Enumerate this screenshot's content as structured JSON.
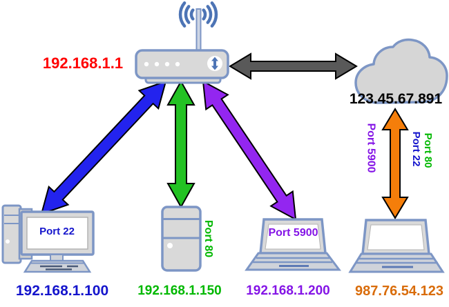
{
  "router": {
    "ip": "192.168.1.1"
  },
  "internet_cloud": {
    "ip": "123.45.67.891"
  },
  "desktop": {
    "ip": "192.168.1.100",
    "port": "Port 22"
  },
  "server": {
    "ip": "192.168.1.150",
    "port": "Port 80"
  },
  "laptop": {
    "ip": "192.168.1.200",
    "port": "Port 5900"
  },
  "remote_laptop": {
    "ip": "987.76.54.123"
  },
  "wan_link": {
    "vnc_label": "Port 5900",
    "http_label": "Port 80",
    "ssh_label": "Port 22"
  },
  "colors": {
    "router_ip_red": "#ff0000",
    "ssh_blue": "#1414cc",
    "http_green": "#00b800",
    "vnc_purple": "#8414e6",
    "remote_orange": "#d96c0a",
    "cloud_ip_black": "#000000",
    "arrow_blue": "#2323ee",
    "arrow_green": "#23c223",
    "arrow_purple": "#9326f0",
    "arrow_gray": "#595959",
    "arrow_orange": "#f57e0a",
    "device_fill": "#d9d9d9",
    "device_stroke": "#7d96c5",
    "antenna_blue": "#4d74b5"
  }
}
